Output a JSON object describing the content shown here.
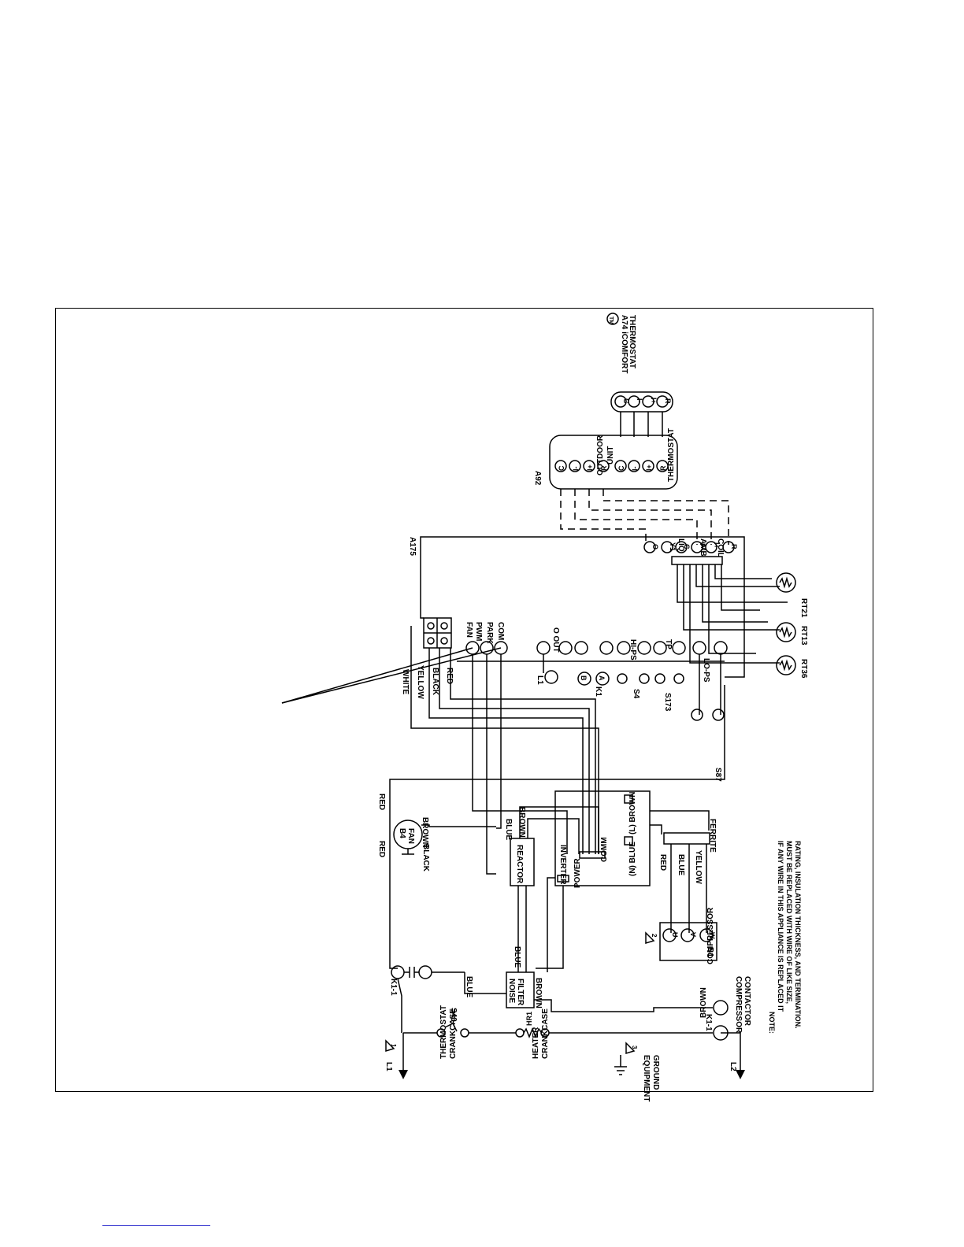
{
  "colors": {
    "line": "#000000",
    "background": "#ffffff",
    "footer_rule": "#3a3ad0"
  },
  "labels": {
    "a74": "A74 iCOMFORT",
    "tm": "TM",
    "thermostat": "THERMOSTAT",
    "a92": "A92",
    "outdoor": "OUTDOOR",
    "unit": "UNIT",
    "a175": "A175",
    "term_c": "C",
    "term_i_minus": "I-",
    "term_i_plus": "I+",
    "term_r": "R",
    "term_o": "O",
    "term_y1": "Y1",
    "liq": "LIQ",
    "amb": "AMB",
    "coil": "COIL",
    "rt21": "RT21",
    "rt13": "RT13",
    "rt36": "RT36",
    "fan": "FAN",
    "pwm": "PWM",
    "park": "PARK",
    "com": "COM",
    "o_out": "O OUT",
    "hi_ps": "HI-PS",
    "tp": "TP",
    "lo_ps": "LO-PS",
    "l1_coil": "L1",
    "b": "B",
    "a": "A",
    "k1": "K1",
    "s4": "S4",
    "s173": "S173",
    "white": "WHITE",
    "yellow": "YELLOW",
    "black": "BLACK",
    "red": "RED",
    "s87": "S87",
    "b4": "B4",
    "brown": "BROWN",
    "blue": "BLUE",
    "reactor": "REACTOR",
    "inverter": "INVERTER",
    "comm": "COMM",
    "power": "POWER",
    "l_brown": "(L) BROWN",
    "n_blue": "(N) BLUE",
    "ferrite": "FERRITE",
    "compressor": "COMPRESSOR",
    "u": "U",
    "v": "V",
    "w": "W",
    "b1": "B1",
    "two": "2",
    "noise": "NOISE",
    "filter": "FILTER",
    "k1_1": "K1-1",
    "s40": "S40",
    "crankcase": "CRANKCASE",
    "heater": "HEATER",
    "hr1": "HR1",
    "equipment": "EQUIPMENT",
    "ground": "GROUND",
    "three": "3",
    "one": "1",
    "l1": "L1",
    "l2": "L2",
    "contactor": "CONTACTOR",
    "note_title": "NOTE:",
    "note_1": "IF ANY WIRE IN THIS APPLIANCE IS REPLACED IT",
    "note_2": "MUST BE REPLACED WITH WIRE OF LIKE SIZE,",
    "note_3": "RATING, INSULATION THICKNESS, AND TERMINATION."
  }
}
